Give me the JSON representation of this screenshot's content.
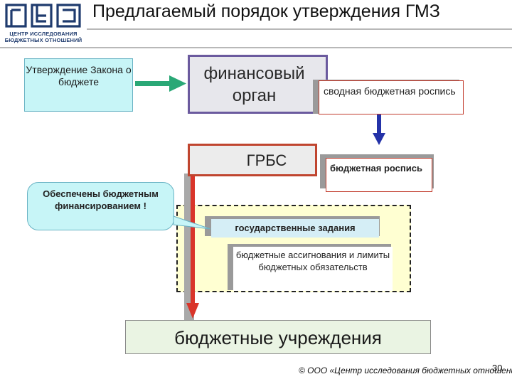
{
  "header": {
    "title": "Предлагаемый порядок утверждения ГМЗ",
    "logo_lines": [
      "ЦЕНТР ИССЛЕДОВАНИЯ",
      "БЮДЖЕТНЫХ ОТНОШЕНИЙ"
    ]
  },
  "boxes": {
    "law": "Утверждение Закона о бюджете",
    "fin_organ": [
      "финансовый",
      "орган"
    ],
    "svod_rospis": "сводная бюджетная роспись",
    "grbs": "ГРБС",
    "budget_rospis": "бюджетная роспись",
    "gos_zadaniya": "государственные задания",
    "assignovaniya": "бюджетные ассигнования и лимиты бюджетных обязательств",
    "callout": "Обеспечены бюджетным финансированием !",
    "institutions": "бюджетные учреждения"
  },
  "footer": {
    "copyright": "© ООО «Центр исследования бюджетных отношений»",
    "page_number": "30"
  },
  "colors": {
    "cyan_fill": "#c7f5f7",
    "fin_border": "#6b5a9e",
    "grbs_border": "#c0452f",
    "arrow_green": "#2aa876",
    "arrow_blue": "#2432a8",
    "arrow_red": "#d9352a",
    "dashed_fill": "#ffffd2",
    "inst_fill": "#eaf4e3"
  }
}
